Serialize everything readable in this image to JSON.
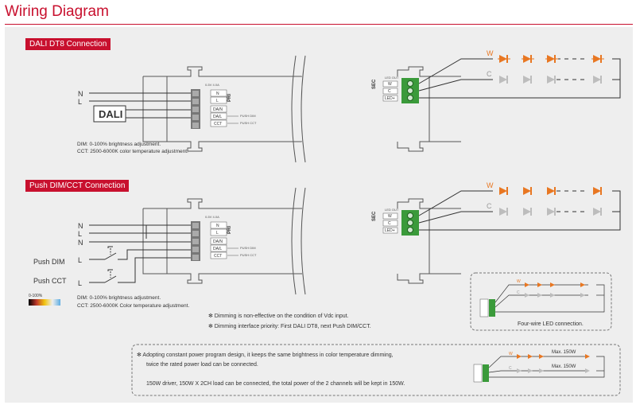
{
  "title": "Wiring Diagram",
  "sections": [
    {
      "label": "DALI DT8 Connection",
      "inputs": [
        "N",
        "L"
      ],
      "dali_box": "DALI",
      "terminals_left": [
        "N",
        "L",
        "DA/N",
        "DA/L",
        "CCT"
      ],
      "port_left_side": "PRI",
      "port_left_top": "0-5V 4.0A",
      "port_left_dim": "PUSH DIM",
      "port_left_cct": "PUSH CCT",
      "terminals_right": [
        "W",
        "C",
        "LED+"
      ],
      "port_right_side": "SEC",
      "port_right_top": "LED OUT",
      "notes": [
        "DIM: 0-100% brightness adjustment.",
        "CCT: 2500-6000K color temperature adjustment."
      ],
      "led_labels": [
        "W",
        "C"
      ]
    },
    {
      "label": "Push DIM/CCT Connection",
      "inputs": [
        "N",
        "L",
        "N"
      ],
      "push_labels": [
        "Push DIM",
        "Push CCT"
      ],
      "push_inputs": [
        "L",
        "L"
      ],
      "gradient_label": "0-100%",
      "terminals_left": [
        "N",
        "L",
        "DA/N",
        "DA/L",
        "CCT"
      ],
      "port_left_side": "PRI",
      "port_left_top": "0-5V 4.0A",
      "port_left_dim": "PUSH DIM",
      "port_left_cct": "PUSH CCT",
      "terminals_right": [
        "W",
        "C",
        "LED+"
      ],
      "port_right_side": "SEC",
      "port_right_top": "LED OUT",
      "notes": [
        "DIM: 0-100% brightness adjustment.",
        "CCT: 2500-6000K Color temperature adjustment."
      ],
      "remarks": [
        "✻ Dimming is non-effective on the condition of Vdc input.",
        "✻ Dimming interface priority: First DALI DT8, next Push DIM/CCT."
      ],
      "led_labels": [
        "W",
        "C"
      ],
      "inset_caption": "Four-wire LED connection.",
      "inset_led_labels": [
        "W",
        "C"
      ]
    }
  ],
  "footer": {
    "line1": "✻ Adopting constant power program design, it keeps the same brightness in color temperature dimming,",
    "line2": "twice the rated power load can be connected.",
    "line3": "150W driver, 150W X 2CH load can be connected, the total power of the 2 channels will be kept in 150W.",
    "max_labels": [
      "Max. 150W",
      "Max. 150W"
    ],
    "led_labels": [
      "W",
      "C"
    ]
  },
  "colors": {
    "accent": "#c8102e",
    "led_warm": "#e87722",
    "led_cool": "#bdbdbd",
    "terminal_green": "#3a9a3a",
    "wire": "#333333"
  }
}
